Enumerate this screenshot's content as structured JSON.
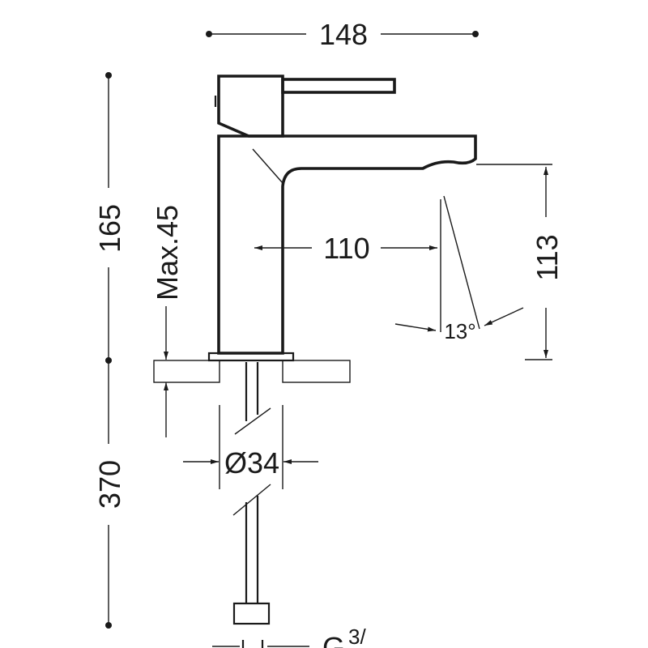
{
  "dimensions": {
    "width": "148",
    "height_above_deck": "165",
    "reach": "110",
    "spout_height": "113",
    "max_deck": "Max.45",
    "angle": "13°",
    "diameter": "Ø34",
    "hose_length": "370",
    "connection_prefix": "G",
    "connection_fraction": "3/"
  }
}
